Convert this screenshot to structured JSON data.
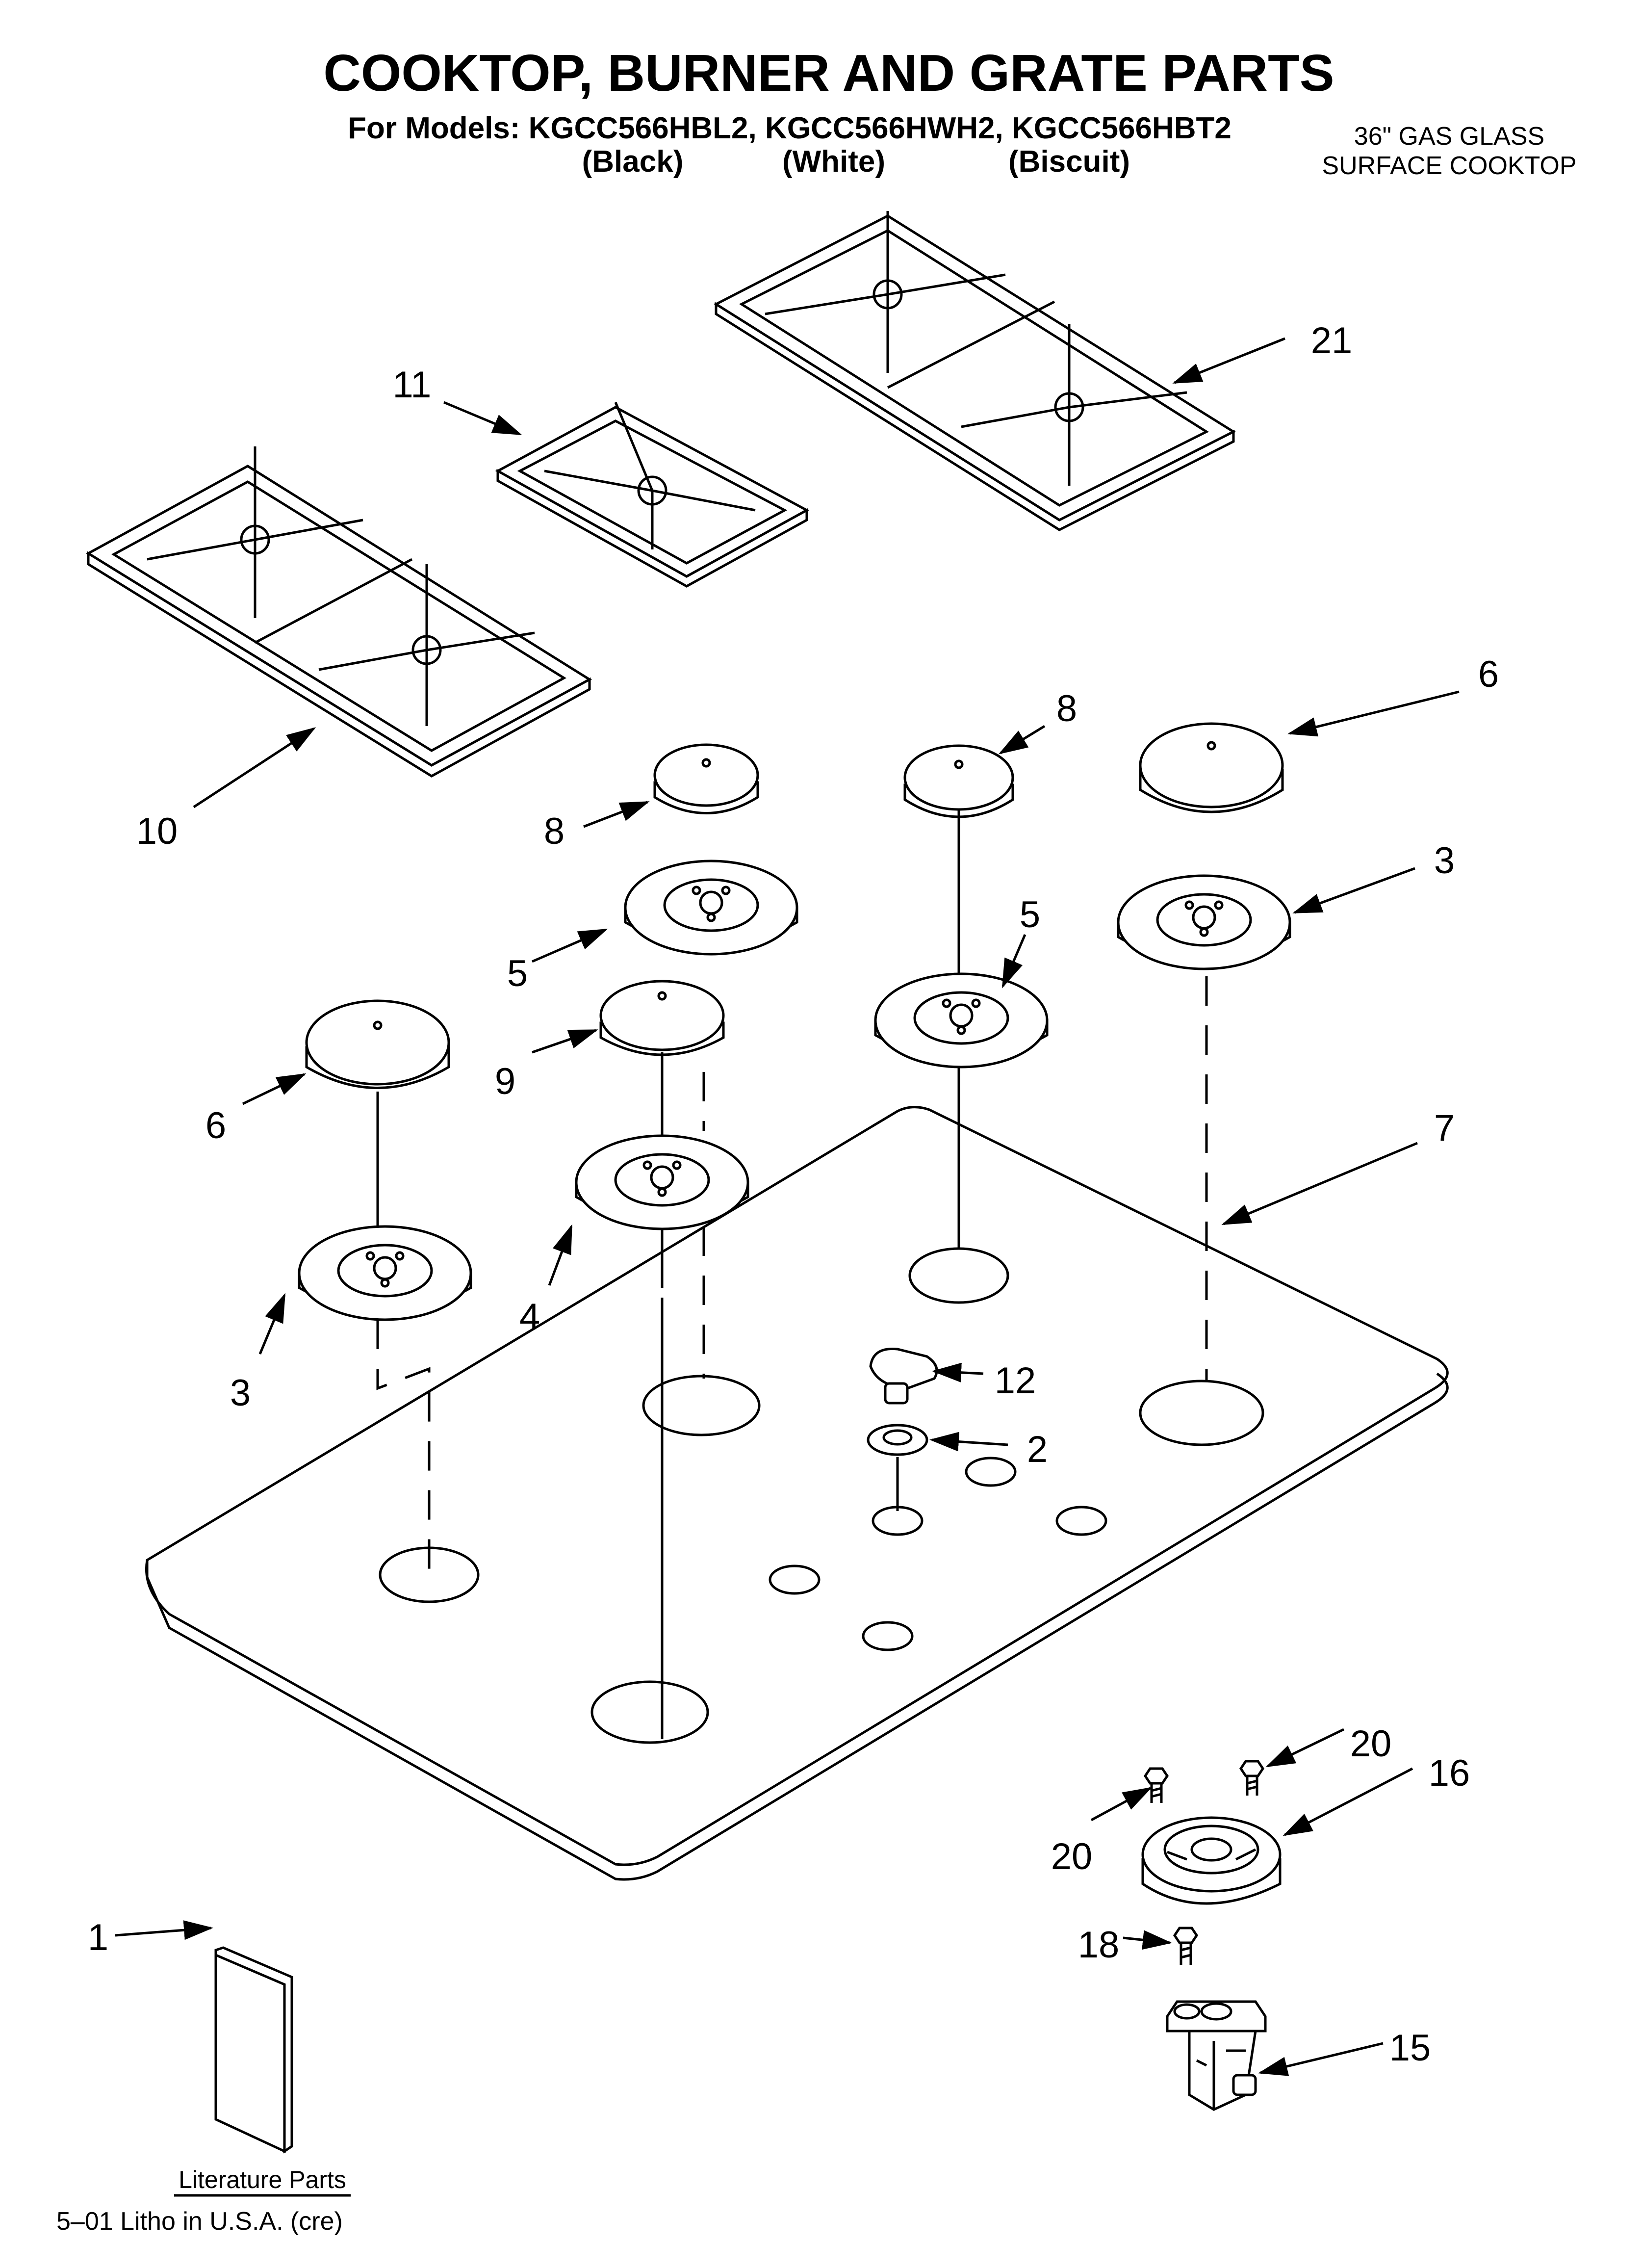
{
  "header": {
    "title": "COOKTOP, BURNER AND GRATE PARTS",
    "models_line": "For Models: KGCC566HBL2, KGCC566HWH2, KGCC566HBT2",
    "color_black": "(Black)",
    "color_white": "(White)",
    "color_biscuit": "(Biscuit)",
    "product_line1": "36\" GAS GLASS",
    "product_line2": "SURFACE COOKTOP"
  },
  "callouts": {
    "c1": "1",
    "c2": "2",
    "c3a": "3",
    "c3b": "3",
    "c4": "4",
    "c5a": "5",
    "c5b": "5",
    "c6a": "6",
    "c6b": "6",
    "c7": "7",
    "c8a": "8",
    "c8b": "8",
    "c9": "9",
    "c10": "10",
    "c11": "11",
    "c12": "12",
    "c15": "15",
    "c16": "16",
    "c18": "18",
    "c20a": "20",
    "c20b": "20",
    "c21": "21"
  },
  "literature_label": "Literature Parts",
  "footer": "5–01 Litho in U.S.A. (cre)"
}
